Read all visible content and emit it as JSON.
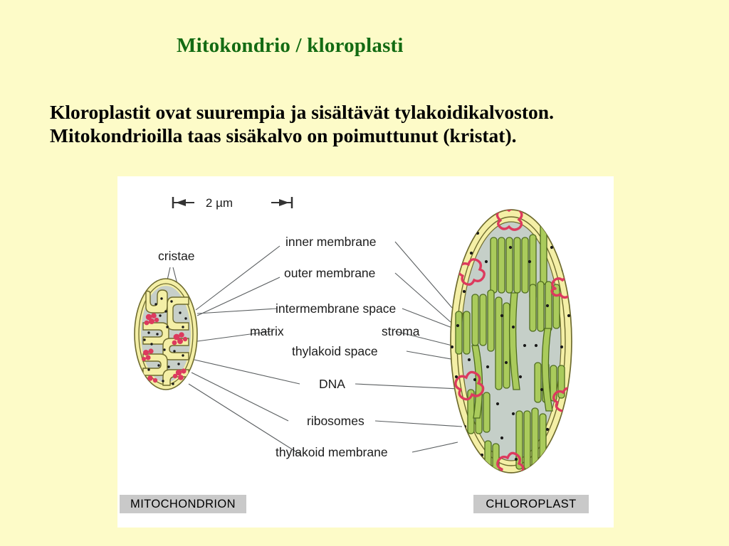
{
  "slide": {
    "background_color": "#FDFBC8",
    "title": "Mitokondrio / kloroplasti",
    "title_color": "#136B13",
    "body_lines": [
      "Kloroplastit ovat suurempia ja sisältävät tylakoidikalvoston.",
      "Mitokondrioilla taas sisäkalvo on poimuttunut (kristat)."
    ]
  },
  "figure": {
    "panel_color": "#FFFFFF",
    "scale_bar": {
      "label": "2 µm"
    },
    "labels": {
      "cristae": "cristae",
      "inner_membrane": "inner membrane",
      "outer_membrane": "outer membrane",
      "intermembrane_space": "intermembrane space",
      "matrix": "matrix",
      "stroma": "stroma",
      "thylakoid_space": "thylakoid space",
      "dna": "DNA",
      "ribosomes": "ribosomes",
      "thylakoid_membrane": "thylakoid membrane"
    },
    "captions": {
      "left": "MITOCHONDRION",
      "right": "CHLOROPLAST",
      "box_color": "#C9C9C9"
    },
    "colors": {
      "membrane_yellow": "#F4EFA6",
      "membrane_outline": "#6E6B2E",
      "matrix_grey": "#C7CFC9",
      "stroma_grey": "#C5CFC8",
      "thylakoid_green": "#AACB5C",
      "thylakoid_outline": "#4D6B1E",
      "dna_red": "#DC3A5E",
      "ribosome_black": "#1A1A1A",
      "leader_line": "#5A5E60"
    }
  }
}
